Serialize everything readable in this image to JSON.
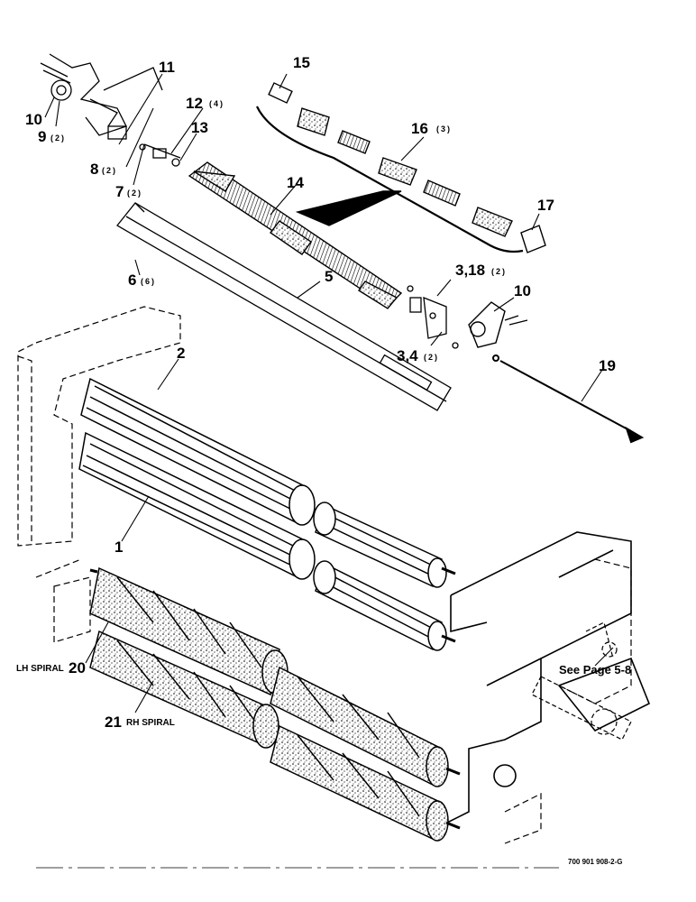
{
  "callouts": [
    {
      "id": "c1",
      "num": "1",
      "qty": ""
    },
    {
      "id": "c2",
      "num": "2",
      "qty": ""
    },
    {
      "id": "c3-4",
      "num": "3,4",
      "qty": "(2)"
    },
    {
      "id": "c3-18",
      "num": "3,18",
      "qty": "(2)"
    },
    {
      "id": "c5",
      "num": "5",
      "qty": ""
    },
    {
      "id": "c6",
      "num": "6",
      "qty": "(6)"
    },
    {
      "id": "c7",
      "num": "7",
      "qty": "(2)"
    },
    {
      "id": "c8",
      "num": "8",
      "qty": "(2)"
    },
    {
      "id": "c9",
      "num": "9",
      "qty": "(2)"
    },
    {
      "id": "c10a",
      "num": "10",
      "qty": ""
    },
    {
      "id": "c10b",
      "num": "10",
      "qty": ""
    },
    {
      "id": "c11",
      "num": "11",
      "qty": ""
    },
    {
      "id": "c12",
      "num": "12",
      "qty": "(4)"
    },
    {
      "id": "c13",
      "num": "13",
      "qty": ""
    },
    {
      "id": "c14",
      "num": "14",
      "qty": ""
    },
    {
      "id": "c15",
      "num": "15",
      "qty": ""
    },
    {
      "id": "c16",
      "num": "16",
      "qty": "(3)"
    },
    {
      "id": "c17",
      "num": "17",
      "qty": ""
    },
    {
      "id": "c19",
      "num": "19",
      "qty": ""
    },
    {
      "id": "c20",
      "num": "20",
      "qty": "LH SPIRAL"
    },
    {
      "id": "c21",
      "num": "21",
      "qty": "RH SPIRAL"
    }
  ],
  "see_page": "See Page 5-8",
  "doc_number": "700 901 908-2-G",
  "colors": {
    "ink": "#000000",
    "paper": "#ffffff"
  }
}
